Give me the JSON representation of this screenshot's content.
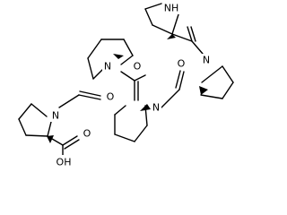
{
  "molecule": {
    "atoms": {
      "n1": "N",
      "n2": "N",
      "n3": "N",
      "n4": "N",
      "nh": "NH",
      "o1": "O",
      "o2": "O",
      "o3": "O",
      "o4": "O",
      "oh": "OH"
    }
  }
}
